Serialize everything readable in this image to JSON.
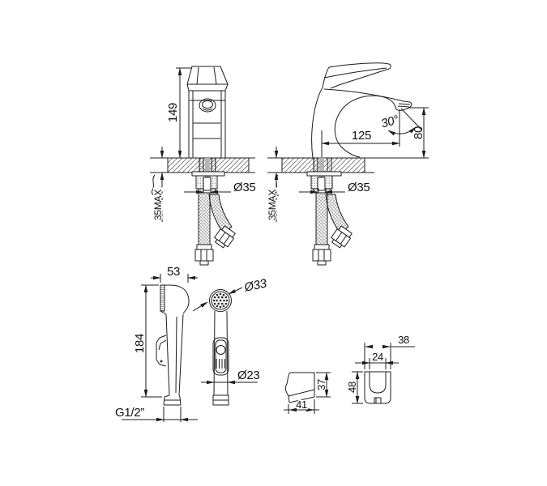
{
  "drawing_title": "single-lever-basin-mixer-with-hygienic-shower-dimension-drawing",
  "colors": {
    "line": "#1c1c1c",
    "background": "#ffffff",
    "hatch": "#6a6a6a",
    "braid": "#909090"
  },
  "dims": {
    "faucet_height": "149",
    "deck_max_thickness": "35MAX",
    "mount_hole_dia": "Ø35",
    "spout_reach": "125",
    "spout_height": "80",
    "spray_angle": "30°",
    "shower_head_width": "53",
    "shower_length": "184",
    "shower_thread": "G1/2”",
    "shower_head_dia": "Ø33",
    "shower_handle_dia": "Ø23",
    "bracket_side_height": "37",
    "bracket_depth": "41",
    "bracket_outer_width": "38",
    "bracket_inner_width": "24",
    "bracket_front_height": "48"
  }
}
